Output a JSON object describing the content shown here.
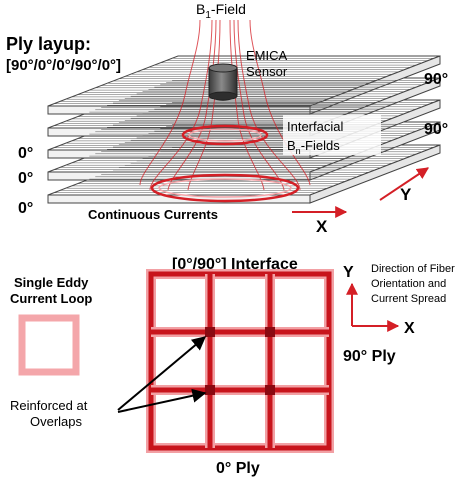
{
  "top": {
    "field_label_prefix": "B",
    "field_label_sub": "1",
    "field_label_suffix": "-Field",
    "layup_title": "Ply layup:",
    "layup_sequence": "[90°/0°/0°/90°/0°]",
    "sensor_line1": "EMICA",
    "sensor_line2": "Sensor",
    "interfacial_line1": "Interfacial",
    "interfacial_line2_prefix": "B",
    "interfacial_line2_sub": "n",
    "interfacial_line2_suffix": "-Fields",
    "continuous_currents": "Continuous Currents",
    "ply_angles_right": [
      "90°",
      "90°"
    ],
    "ply_angles_left": [
      "0°",
      "0°",
      "0°"
    ],
    "axis_x": "X",
    "axis_y": "Y"
  },
  "bottom": {
    "interface_title": "[0°/90°] Interface",
    "single_loop_line1": "Single Eddy",
    "single_loop_line2": "Current Loop",
    "reinforced_line1": "Reinforced at",
    "reinforced_line2": "Overlaps",
    "ply_90": "90° Ply",
    "ply_0": "0° Ply",
    "axis_x": "X",
    "axis_y": "Y",
    "direction_line1": "Direction of Fiber",
    "direction_line2": "Orientation and",
    "direction_line3": "Current Spread"
  },
  "colors": {
    "current": "#d41f26",
    "current_dark": "#a0101a",
    "loop_light": "#f4a6aa",
    "sensor": "#555555",
    "ply_line": "#444444"
  }
}
